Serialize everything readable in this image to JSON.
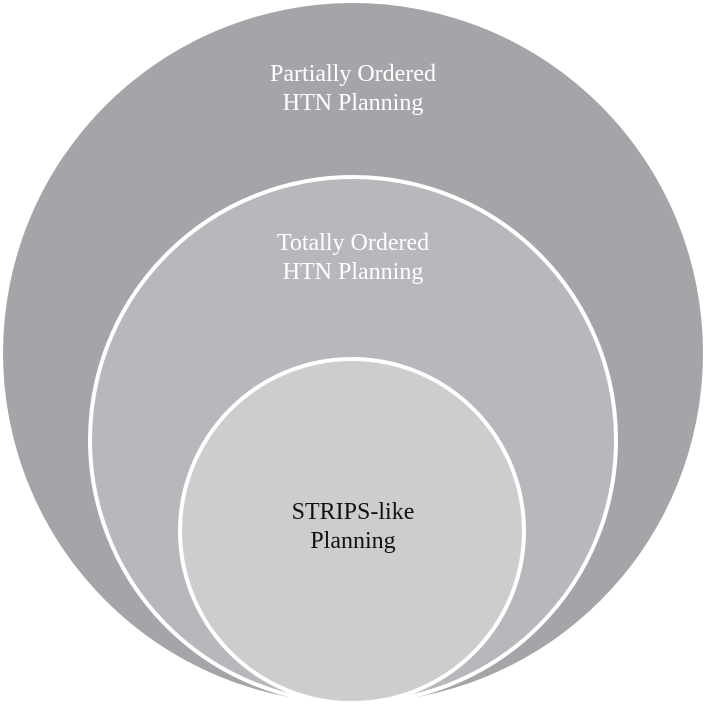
{
  "diagram": {
    "type": "nested-circles",
    "circles": [
      {
        "id": "outer",
        "line1": "Partially Ordered",
        "line2": "HTN Planning",
        "fill": "#a3a5a8",
        "text_color": "#ffffff"
      },
      {
        "id": "middle",
        "line1": "Totally Ordered",
        "line2": "HTN Planning",
        "fill": "#b8b8bc",
        "text_color": "#ffffff"
      },
      {
        "id": "inner",
        "line1": "STRIPS-like",
        "line2": "Planning",
        "fill": "#cdcdd0",
        "text_color": "#111111"
      }
    ],
    "stroke_color": "#ffffff"
  }
}
